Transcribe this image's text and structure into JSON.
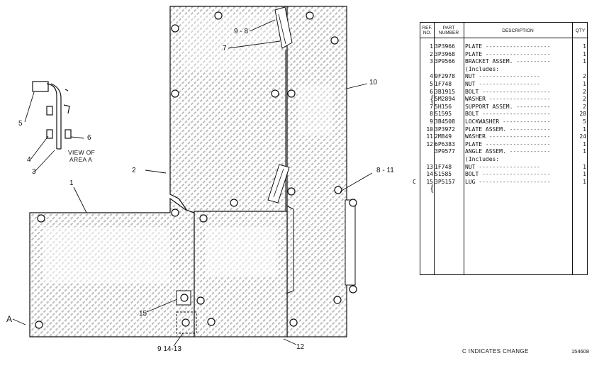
{
  "diagram": {
    "callouts": {
      "c9_8": "9 - 8",
      "c7": "7",
      "c10": "10",
      "c2": "2",
      "c8_11": "8 - 11",
      "c1": "1",
      "c5": "5",
      "c6": "6",
      "c4": "4",
      "c3": "3",
      "cA": "A",
      "c15": "15",
      "c9_14_13": "9  14-13",
      "c12": "12"
    },
    "view_caption_line1": "VIEW OF",
    "view_caption_line2": "AREA A"
  },
  "parts_table": {
    "headers": {
      "ref_line1": "REF.",
      "ref_line2": "NO.",
      "part_line1": "PART",
      "part_line2": "NUMBER",
      "description": "DESCRIPTION",
      "qty": "QTY"
    },
    "rows": [
      {
        "ref": "1",
        "part": "3P3966",
        "desc": "PLATE",
        "qty": "1",
        "chg": ""
      },
      {
        "ref": "2",
        "part": "3P3968",
        "desc": "PLATE",
        "qty": "1",
        "chg": ""
      },
      {
        "ref": "3",
        "part": "3P9566",
        "desc": "BRACKET ASSEM.",
        "qty": "1",
        "chg": ""
      },
      {
        "ref": "",
        "part": "",
        "desc": "   (Includes:",
        "qty": "",
        "chg": ""
      },
      {
        "ref": "4",
        "part": "9F2978",
        "desc": "   NUT",
        "qty": "2",
        "chg": ""
      },
      {
        "ref": "5",
        "part": "1F748",
        "desc": "   NUT",
        "qty": "1",
        "chg": ""
      },
      {
        "ref": "6",
        "part": "3B1915",
        "desc": "BOLT",
        "qty": "2",
        "chg": ""
      },
      {
        "ref": "",
        "part": "5M2894",
        "desc": "WASHER",
        "qty": "2",
        "chg": ""
      },
      {
        "ref": "7",
        "part": "5H156",
        "desc": "SUPPORT ASSEM.",
        "qty": "2",
        "chg": ""
      },
      {
        "ref": "8",
        "part": "S1595",
        "desc": "BOLT",
        "qty": "28",
        "chg": ""
      },
      {
        "ref": "9",
        "part": "3B4508",
        "desc": "LOCKWASHER",
        "qty": "5",
        "chg": ""
      },
      {
        "ref": "10",
        "part": "3P3972",
        "desc": "PLATE ASSEM.",
        "qty": "1",
        "chg": ""
      },
      {
        "ref": "11",
        "part": "2M849",
        "desc": "WASHER",
        "qty": "24",
        "chg": ""
      },
      {
        "ref": "12",
        "part": "6P6383",
        "desc": "PLATE",
        "qty": "1",
        "chg": ""
      },
      {
        "ref": "",
        "part": "3P9577",
        "desc": "ANGLE ASSEM.",
        "qty": "1",
        "chg": ""
      },
      {
        "ref": "",
        "part": "",
        "desc": "   (Includes:",
        "qty": "",
        "chg": ""
      },
      {
        "ref": "13",
        "part": "1F748",
        "desc": "   NUT",
        "qty": "1",
        "chg": ""
      },
      {
        "ref": "14",
        "part": "S1585",
        "desc": "BOLT",
        "qty": "1",
        "chg": ""
      },
      {
        "ref": "15",
        "part": "3P5157",
        "desc": "LUG",
        "qty": "1",
        "chg": "C"
      }
    ]
  },
  "footer": {
    "note": "C INDICATES CHANGE",
    "id": "154608"
  }
}
